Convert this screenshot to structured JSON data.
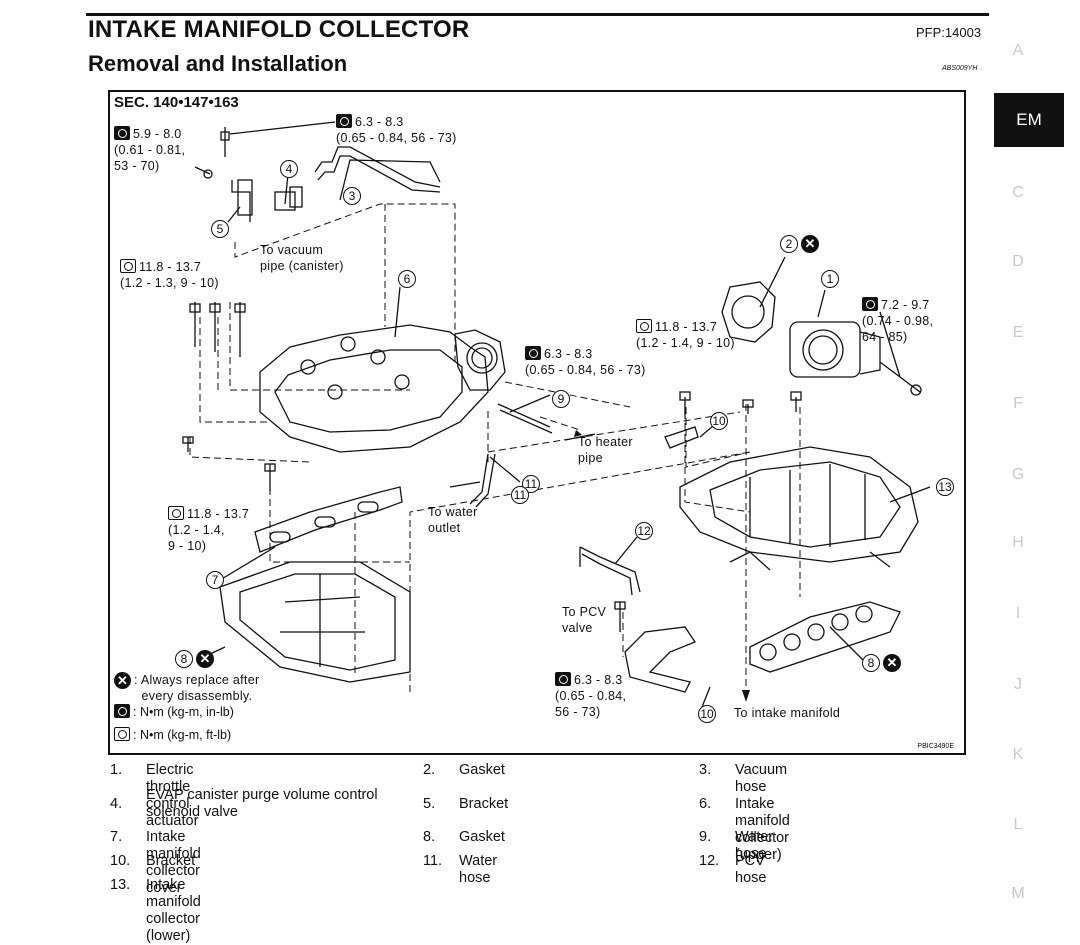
{
  "header": {
    "title": "INTAKE MANIFOLD COLLECTOR",
    "subtitle": "Removal and Installation",
    "pfp": "PFP:14003",
    "abs_code": "ABS009YH"
  },
  "sidebar": {
    "letters": [
      "A",
      "EM",
      "C",
      "D",
      "E",
      "F",
      "G",
      "H",
      "I",
      "J",
      "K",
      "L",
      "M"
    ],
    "active": "EM"
  },
  "figure": {
    "sec": "SEC. 140•147•163",
    "code": "PBIC3490E",
    "torques": {
      "t1": "5.9 - 8.0\n(0.61 - 0.81,\n53 - 70)",
      "t2": "6.3 - 8.3\n(0.65 - 0.84, 56 - 73)",
      "t3": "11.8 - 13.7\n(1.2 - 1.3, 9 - 10)",
      "t4": "7.2 - 9.7\n(0.74 - 0.98,\n64 - 85)",
      "t5": "11.8 - 13.7\n(1.2 - 1.4, 9 - 10)",
      "t6": "6.3 - 8.3\n(0.65 - 0.84, 56 - 73)",
      "t7": "11.8 - 13.7\n(1.2 - 1.4,\n9 - 10)",
      "t8": "6.3 - 8.3\n(0.65 - 0.84,\n56 - 73)"
    },
    "notes": {
      "vacuum": "To vacuum\npipe (canister)",
      "heater": "To heater\npipe",
      "water": "To water\noutlet",
      "pcv": "To PCV\nvalve",
      "intake": "To intake manifold"
    },
    "callouts": {
      "c1": "1",
      "c2": "2",
      "c3": "3",
      "c4": "4",
      "c5": "5",
      "c6": "6",
      "c7": "7",
      "c8a": "8",
      "c8b": "8",
      "c9": "9",
      "c10a": "10",
      "c10b": "10",
      "c11a": "11",
      "c11b": "11",
      "c12": "12",
      "c13": "13"
    },
    "legend": {
      "replace": ": Always replace after\n  every disassembly.",
      "unit_in": ": N•m (kg-m, in-lb)",
      "unit_ft": ": N•m (kg-m, ft-lb)"
    }
  },
  "parts": [
    {
      "num": "1.",
      "name": "Electric throttle control actuator"
    },
    {
      "num": "2.",
      "name": "Gasket"
    },
    {
      "num": "3.",
      "name": "Vacuum hose"
    },
    {
      "num": "4.",
      "name": "EVAP canister purge volume control\nsolenoid valve"
    },
    {
      "num": "5.",
      "name": "Bracket"
    },
    {
      "num": "6.",
      "name": "Intake manifold collector (upper)"
    },
    {
      "num": "7.",
      "name": "Intake manifold collector cover"
    },
    {
      "num": "8.",
      "name": "Gasket"
    },
    {
      "num": "9.",
      "name": "Water hose"
    },
    {
      "num": "10.",
      "name": "Bracket"
    },
    {
      "num": "11.",
      "name": "Water hose"
    },
    {
      "num": "12.",
      "name": "PCV hose"
    },
    {
      "num": "13.",
      "name": "Intake manifold collector (lower)"
    }
  ]
}
